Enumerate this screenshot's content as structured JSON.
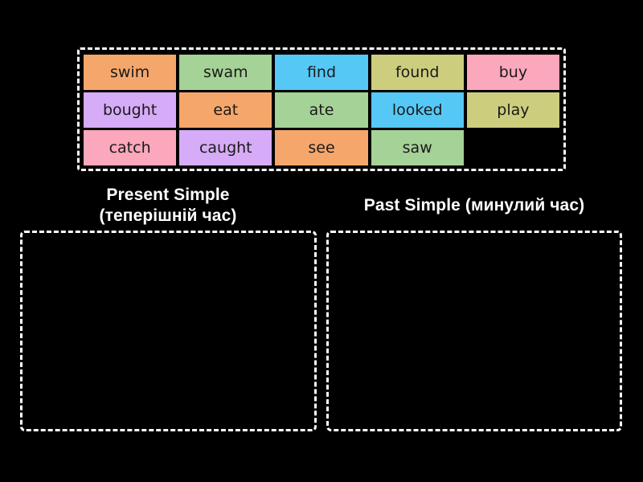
{
  "page": {
    "background_color": "#000000",
    "type": "drag-and-drop-group-sort-activity"
  },
  "palette": {
    "orange": "#F5A76B",
    "green": "#A5D296",
    "blue": "#55C8F5",
    "olive": "#CCCE7E",
    "pink": "#FBA7BC",
    "purple": "#D6ABF7",
    "border_dashed": "#FFFFFF",
    "tile_text": "#1A1A1A",
    "heading_text": "#FFFFFF"
  },
  "word_bank": {
    "name": "word-bank",
    "rows": [
      [
        {
          "label": "swim",
          "color": "#F5A76B"
        },
        {
          "label": "swam",
          "color": "#A5D296"
        },
        {
          "label": "find",
          "color": "#55C8F5"
        },
        {
          "label": "found",
          "color": "#CCCE7E"
        },
        {
          "label": "buy",
          "color": "#FBA7BC"
        }
      ],
      [
        {
          "label": "bought",
          "color": "#D6ABF7"
        },
        {
          "label": "eat",
          "color": "#F5A76B"
        },
        {
          "label": "ate",
          "color": "#A5D296"
        },
        {
          "label": "looked",
          "color": "#55C8F5"
        },
        {
          "label": "play",
          "color": "#CCCE7E"
        }
      ],
      [
        {
          "label": "catch",
          "color": "#FBA7BC"
        },
        {
          "label": "caught",
          "color": "#D6ABF7"
        },
        {
          "label": "see",
          "color": "#F5A76B"
        },
        {
          "label": "saw",
          "color": "#A5D296"
        },
        {
          "label": "",
          "color": "transparent",
          "empty": true
        }
      ]
    ]
  },
  "categories": [
    {
      "id": "present-simple",
      "title_line1": "Present Simple",
      "title_line2": "(теперішній час)",
      "items": []
    },
    {
      "id": "past-simple",
      "title_line1": "Past Simple (минулий час)",
      "title_line2": "",
      "items": []
    }
  ]
}
